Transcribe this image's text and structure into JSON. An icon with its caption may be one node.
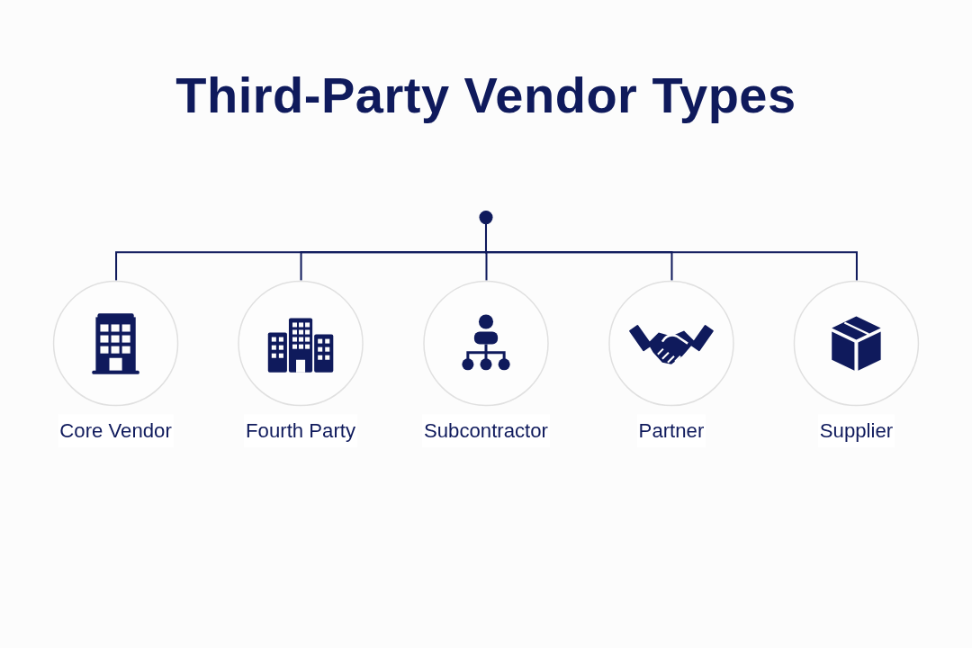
{
  "diagram": {
    "title": "Third-Party Vendor Types",
    "nodes": [
      {
        "text": [],
        "shape": "circle"
      },
      {
        "text": [
          "Core Vendor"
        ]
      },
      {
        "text": [
          "Fourth Party"
        ]
      },
      {
        "text": [
          "Subcontractor"
        ]
      },
      {
        "text": [
          "Partner"
        ]
      },
      {
        "text": [
          "Supplier"
        ]
      }
    ],
    "edges": [
      {
        "from": 0,
        "to": 1,
        "arrow": "none"
      },
      {
        "from": 0,
        "to": 2,
        "arrow": "none"
      },
      {
        "from": 0,
        "to": 3,
        "arrow": "none"
      },
      {
        "from": 0,
        "to": 4,
        "arrow": "none"
      },
      {
        "from": 0,
        "to": 5,
        "arrow": "none"
      }
    ]
  }
}
